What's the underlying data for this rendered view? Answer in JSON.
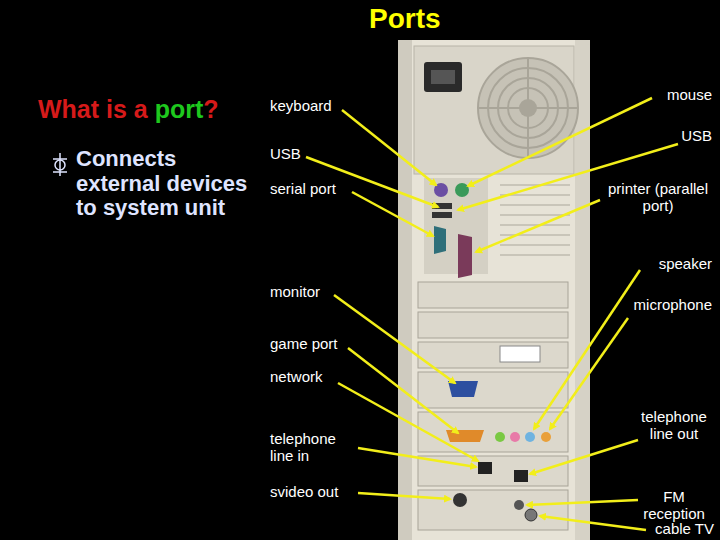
{
  "diagram": {
    "title": "Ports",
    "labels": [
      "What is a",
      "port",
      "?",
      "Connects external devices to system unit",
      "keyboard",
      "USB",
      "serial port",
      "monitor",
      "game port",
      "network",
      "telephone line in",
      "svideo out",
      "mouse",
      "USB",
      "printer (parallel port)",
      "speaker",
      "microphone",
      "telephone line out",
      "FM reception",
      "cable TV"
    ]
  }
}
